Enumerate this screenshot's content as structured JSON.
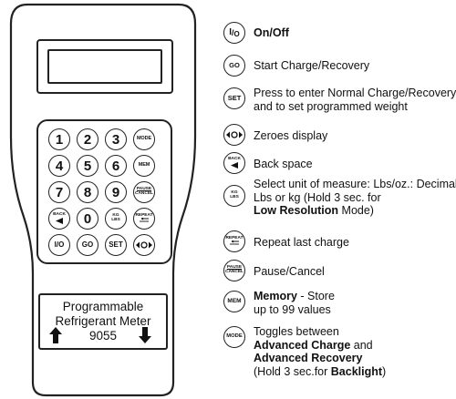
{
  "device": {
    "keys": {
      "k1": "1",
      "k2": "2",
      "k3": "3",
      "mode": "MODE",
      "k4": "4",
      "k5": "5",
      "k6": "6",
      "mem": "MEM",
      "k7": "7",
      "k8": "8",
      "k9": "9",
      "pause_l1": "PAUSE",
      "pause_l2": "CANCEL",
      "back": "BACK",
      "k0": "0",
      "kg": "KG",
      "lbs": "LBS",
      "repeat": "REPEAT",
      "onoff": "I/O",
      "go": "GO",
      "set": "SET"
    },
    "plate": {
      "line1": "Programmable",
      "line2": "Refrigerant Meter",
      "model": "9055"
    }
  },
  "legend": {
    "onoff": {
      "icon_l1": "I",
      "icon_l2": "O",
      "text": "On/Off"
    },
    "go": {
      "icon": "GO",
      "text": "Start Charge/Recovery"
    },
    "set": {
      "icon": "SET",
      "line1": "Press to enter Normal Charge/Recovery",
      "line2": "and to set programmed weight"
    },
    "zero": {
      "icon": "zero-arrows-icon",
      "text": "Zeroes display"
    },
    "back": {
      "icon": "BACK",
      "text": "Back space"
    },
    "unit": {
      "icon_l1": "KG",
      "icon_l2": "LBS",
      "line1": "Select unit of measure: Lbs/oz.: Decimal",
      "line2": "Lbs or kg (Hold 3 sec. for",
      "line3_bold": "Low Resolution",
      "line3_rest": " Mode)"
    },
    "repeat": {
      "icon": "REPEAT",
      "text": "Repeat last charge"
    },
    "pause": {
      "icon_l1": "PAUSE",
      "icon_l2": "CANCEL",
      "text": "Pause/Cancel"
    },
    "memory": {
      "icon": "MEM",
      "line1_bold": "Memory",
      "line1_rest": " - Store",
      "line2": "up to 99 values"
    },
    "mode": {
      "icon": "MODE",
      "line1": "Toggles between",
      "line2_bold": "Advanced Charge",
      "line2_rest": " and",
      "line3_bold": "Advanced Recovery",
      "line4_rest": "(Hold 3 sec.for ",
      "line4_bold": "Backlight",
      "line4_end": ")"
    }
  }
}
